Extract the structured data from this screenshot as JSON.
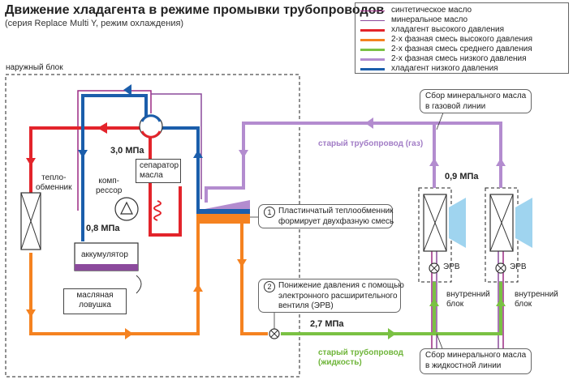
{
  "header": {
    "title": "Движение хладагента в режиме промывки трубопроводов",
    "subtitle": "(серия Replace Multi Y, режим охлаждения)"
  },
  "legend": {
    "items": [
      {
        "label": "синтетическое масло",
        "color": "#9b2a83",
        "width": 1.5
      },
      {
        "label": "минеральное масло",
        "color": "#8b4a9c",
        "width": 1.5
      },
      {
        "label": "хладагент высокого давления",
        "color": "#e3242b",
        "width": 3
      },
      {
        "label": "2-х фазная смесь высокого давления",
        "color": "#f58220",
        "width": 3
      },
      {
        "label": "2-х фазная смесь среднего давления",
        "color": "#7ac143",
        "width": 3
      },
      {
        "label": "2-х фазная смесь низкого давления",
        "color": "#b38ccf",
        "width": 3
      },
      {
        "label": "хладагент низкого давления",
        "color": "#1b5eab",
        "width": 3
      }
    ]
  },
  "outdoor_unit": {
    "label": "наружный блок",
    "heat_exchanger": "тепло-\nобменник",
    "compressor": "комп-\nрессор",
    "oil_separator": "сепаратор\nмасла",
    "accumulator": "аккумулятор",
    "oil_trap": "масляная\nловушка",
    "pressure_high": "3,0 МПа",
    "pressure_low": "0,8 МПа"
  },
  "piping": {
    "gas_line": "старый трубопровод (газ)",
    "liquid_line": "старый трубопровод\n(жидкость)",
    "pressure_indoor": "0,9 МПа",
    "pressure_liquid": "2,7 МПа"
  },
  "callouts": {
    "plate_hx": {
      "num": "1",
      "text": "Пластинчатый теплообменник\nформирует двухфазную смесь"
    },
    "evr": {
      "num": "2",
      "text": "Понижение давления с помощью\nэлектронного расширительного\nвентиля (ЭРВ)"
    },
    "gas_oil": "Сбор минерального масла\nв газовой линии",
    "liquid_oil": "Сбор минерального масла\nв жидкостной линии"
  },
  "indoor_units": [
    {
      "valve": "ЭРВ",
      "label": "внутренний\nблок"
    },
    {
      "valve": "ЭРВ",
      "label": "внутренний\nблок"
    }
  ]
}
